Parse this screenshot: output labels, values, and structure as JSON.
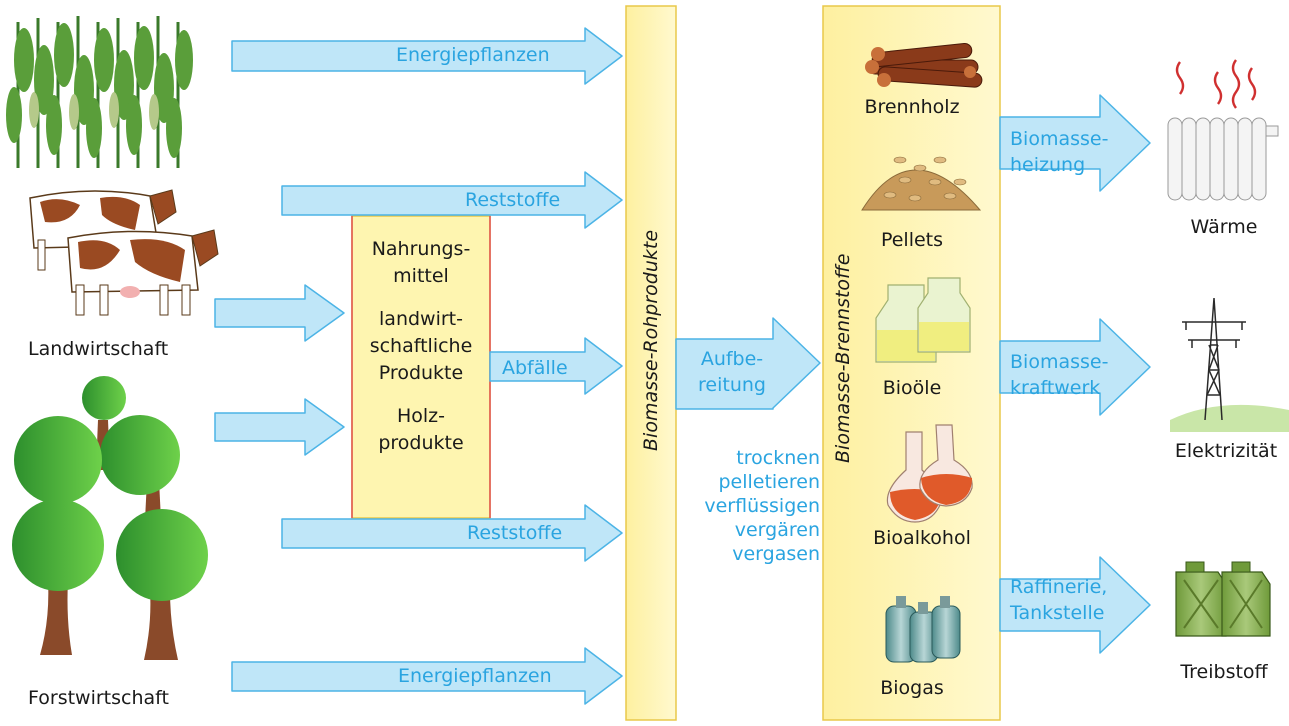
{
  "colors": {
    "arrow_fill": "#bfe6f8",
    "arrow_stroke": "#4cb4e6",
    "arrow_text": "#2aa4e0",
    "box_fill": "#fef5b0",
    "box_stroke": "#e9c84a",
    "box_edge_red": "#e05050"
  },
  "sources": {
    "agriculture": "Landwirtschaft",
    "forestry": "Forstwirtschaft"
  },
  "arrows": {
    "energy_crops_top": "Energiepflanzen",
    "residues_top": "Reststoffe",
    "waste": "Abfälle",
    "residues_bottom": "Reststoffe",
    "energy_crops_bottom": "Energiepflanzen",
    "processing_line1": "Aufbe-",
    "processing_line2": "reitung"
  },
  "products_box": {
    "food_line1": "Nahrungs-",
    "food_line2": "mittel",
    "agri_line1": "landwirt-",
    "agri_line2": "schaftliche",
    "agri_line3": "Produkte",
    "wood_line1": "Holz-",
    "wood_line2": "produkte"
  },
  "bars": {
    "raw": "Biomasse-Rohprodukte",
    "fuels": "Biomasse-Brennstoffe"
  },
  "processes": [
    "trocknen",
    "pelletieren",
    "verflüssigen",
    "vergären",
    "vergasen"
  ],
  "fuels": {
    "firewood": "Brennholz",
    "pellets": "Pellets",
    "biooil": "Bioöle",
    "bioalcohol": "Bioalkohol",
    "biogas": "Biogas"
  },
  "outputs": {
    "heating_line1": "Biomasse-",
    "heating_line2": "heizung",
    "power_line1": "Biomasse-",
    "power_line2": "kraftwerk",
    "refinery_line1": "Raffinerie,",
    "refinery_line2": "Tankstelle"
  },
  "end_uses": {
    "heat": "Wärme",
    "electricity": "Elektrizität",
    "fuel": "Treibstoff"
  },
  "icons": [
    "corn-field-icon",
    "cows-icon",
    "trees-icon",
    "firewood-icon",
    "pellets-icon",
    "oil-bottles-icon",
    "flasks-icon",
    "gas-cylinders-icon",
    "radiator-icon",
    "power-pylon-icon",
    "jerry-cans-icon"
  ]
}
